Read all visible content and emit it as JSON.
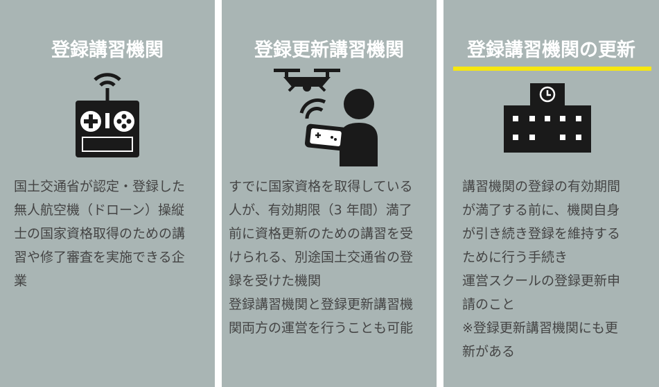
{
  "panels": [
    {
      "title": "登録講習機関",
      "icon": "drone-controller-icon",
      "lines": [
        "国土交通省が認定・登録した",
        "無人航空機（ドローン）操縦",
        "士の国家資格取得のための講",
        "習や修了審査を実施できる企",
        "業"
      ]
    },
    {
      "title": "登録更新講習機関",
      "icon": "drone-pilot-icon",
      "lines": [
        "すでに国家資格を取得している",
        "人が、有効期限（3 年間）満了",
        "前に資格更新のための講習を受",
        "けられる、別途国土交通省の登",
        "録を受けた機関",
        "登録講習機関と登録更新講習機",
        "関両方の運営を行うことも可能"
      ]
    },
    {
      "title": "登録講習機関の更新",
      "icon": "building-clock-icon",
      "lines": [
        "講習機関の登録の有効期間",
        "が満了する前に、機関自身",
        "が引き続き登録を維持する",
        "ために行う手続き",
        "運営スクールの登録更新申",
        "請のこと",
        "※登録更新講習機関にも更",
        "新がある"
      ]
    }
  ],
  "colors": {
    "panel_bg": "#a9b5b4",
    "text": "#444444",
    "title": "#ffffff",
    "highlight": "#f7e70f",
    "icon": "#1a1a1a"
  }
}
